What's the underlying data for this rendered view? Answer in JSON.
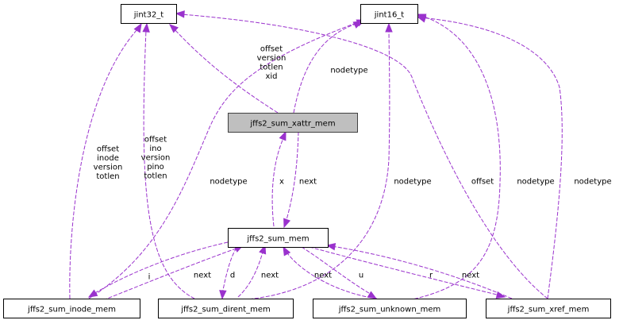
{
  "diagram": {
    "type": "collaboration-graph",
    "accent_color": "#9a32cd",
    "focus_fill": "#bfbfbf",
    "nodes": {
      "jint32": {
        "label": "jint32_t"
      },
      "jint16": {
        "label": "jint16_t"
      },
      "xattr": {
        "label": "jffs2_sum_xattr_mem",
        "focus": true
      },
      "mem": {
        "label": "jffs2_sum_mem"
      },
      "inode": {
        "label": "jffs2_sum_inode_mem"
      },
      "dirent": {
        "label": "jffs2_sum_dirent_mem"
      },
      "unknown": {
        "label": "jffs2_sum_unknown_mem"
      },
      "xref": {
        "label": "jffs2_sum_xref_mem"
      }
    },
    "edges": [
      {
        "from": "xattr",
        "to": "jint32",
        "label": [
          "offset",
          "version",
          "totlen",
          "xid"
        ]
      },
      {
        "from": "xattr",
        "to": "jint16",
        "label": [
          "nodetype"
        ]
      },
      {
        "from": "mem",
        "to": "xattr",
        "label": [
          "x"
        ]
      },
      {
        "from": "xattr",
        "to": "mem",
        "label": [
          "next"
        ]
      },
      {
        "from": "inode",
        "to": "jint32",
        "label": [
          "offset",
          "inode",
          "version",
          "totlen"
        ]
      },
      {
        "from": "dirent",
        "to": "jint32",
        "label": [
          "offset",
          "ino",
          "version",
          "pino",
          "totlen"
        ]
      },
      {
        "from": "inode",
        "to": "jint16",
        "label": [
          "nodetype"
        ]
      },
      {
        "from": "dirent",
        "to": "jint16",
        "label": [
          "nodetype"
        ]
      },
      {
        "from": "xref",
        "to": "jint32",
        "label": [
          "offset"
        ]
      },
      {
        "from": "unknown",
        "to": "jint16",
        "label": [
          "nodetype"
        ]
      },
      {
        "from": "xref",
        "to": "jint16",
        "label": [
          "nodetype"
        ]
      },
      {
        "from": "mem",
        "to": "inode",
        "label": [
          "i"
        ]
      },
      {
        "from": "inode",
        "to": "mem",
        "label": [
          "next"
        ]
      },
      {
        "from": "mem",
        "to": "dirent",
        "label": [
          "d"
        ]
      },
      {
        "from": "dirent",
        "to": "mem",
        "label": [
          "next"
        ]
      },
      {
        "from": "unknown",
        "to": "mem",
        "label": [
          "next"
        ]
      },
      {
        "from": "mem",
        "to": "unknown",
        "label": [
          "u"
        ]
      },
      {
        "from": "mem",
        "to": "xref",
        "label": [
          "r"
        ]
      },
      {
        "from": "xref",
        "to": "mem",
        "label": [
          "next"
        ]
      }
    ]
  }
}
